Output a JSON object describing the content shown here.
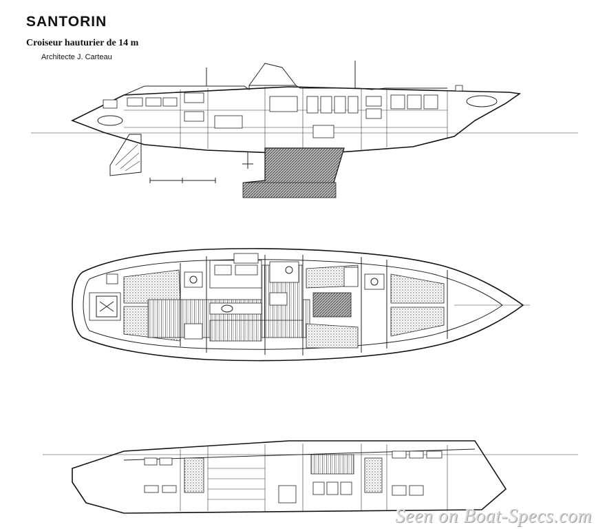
{
  "header": {
    "title": "SANTORIN",
    "subtitle": "Croiseur hauturier de 14 m",
    "architect": "Architecte J. Carteau"
  },
  "watermark": {
    "text": "Seen on Boat-Specs.com"
  },
  "views": [
    {
      "name": "profile-section"
    },
    {
      "name": "accommodation-plan"
    },
    {
      "name": "longitudinal-section"
    }
  ],
  "colors": {
    "ink": "#111111",
    "paper": "#ffffff",
    "watermark": "#d8d8d8"
  }
}
